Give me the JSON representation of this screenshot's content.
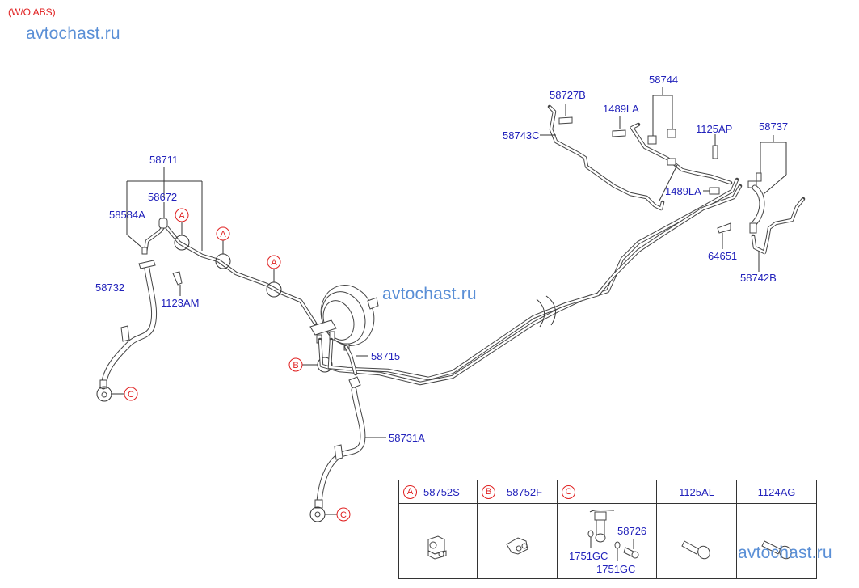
{
  "header": {
    "title": "(W/O ABS)",
    "watermark": "avtochast.ru"
  },
  "watermarks": [
    "avtochast.ru",
    "avtochast.ru",
    "avtochast.ru"
  ],
  "ref_letters": {
    "a": "A",
    "b": "B",
    "c": "C"
  },
  "part_labels": {
    "p58711": "58711",
    "p58672": "58672",
    "p58584A": "58584A",
    "p58732": "58732",
    "p1123AM": "1123AM",
    "p58715": "58715",
    "p58731A": "58731A",
    "p58727B": "58727B",
    "p58743C": "58743C",
    "p1489LA_top": "1489LA",
    "p58744": "58744",
    "p1125AP": "1125AP",
    "p58737": "58737",
    "p1489LA_mid": "1489LA",
    "p64651": "64651",
    "p58742B": "58742B"
  },
  "legend_table": {
    "columns": [
      {
        "ref": "A",
        "part": "58752S"
      },
      {
        "ref": "B",
        "part": "58752F"
      },
      {
        "ref": "C",
        "part": ""
      },
      {
        "ref": "",
        "part": "1125AL"
      },
      {
        "ref": "",
        "part": "1124AG"
      }
    ],
    "cell_c_parts": {
      "fitting": "58726",
      "washer_1": "1751GC",
      "washer_2": "1751GC"
    }
  },
  "colors": {
    "part_number": "#2222bb",
    "reference": "#e02020",
    "watermark": "#5a8fd6",
    "line": "#444444"
  }
}
